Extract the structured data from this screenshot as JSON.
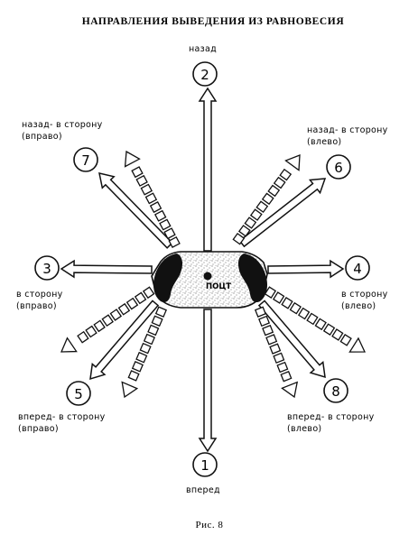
{
  "title": "НАПРАВЛЕНИЯ ВЫВЕДЕНИЯ ИЗ РАВНОВЕСИЯ",
  "caption": "Рис. 8",
  "center_label": "ПОЦТ",
  "directions": [
    {
      "id": "1",
      "number": "1",
      "label_lines": [
        "вперед"
      ]
    },
    {
      "id": "2",
      "number": "2",
      "label_lines": [
        "назад"
      ]
    },
    {
      "id": "3",
      "number": "3",
      "label_lines": [
        "в сторону",
        "(вправо)"
      ]
    },
    {
      "id": "4",
      "number": "4",
      "label_lines": [
        "в сторону",
        "(влево)"
      ]
    },
    {
      "id": "5",
      "number": "5",
      "label_lines": [
        "вперед- в сторону",
        "(вправо)"
      ]
    },
    {
      "id": "6",
      "number": "6",
      "label_lines": [
        "назад- в сторону",
        "(влево)"
      ]
    },
    {
      "id": "7",
      "number": "7",
      "label_lines": [
        "назад- в сторону",
        "(вправо)"
      ]
    },
    {
      "id": "8",
      "number": "8",
      "label_lines": [
        "вперед- в сторону",
        "(влево)"
      ]
    }
  ]
}
